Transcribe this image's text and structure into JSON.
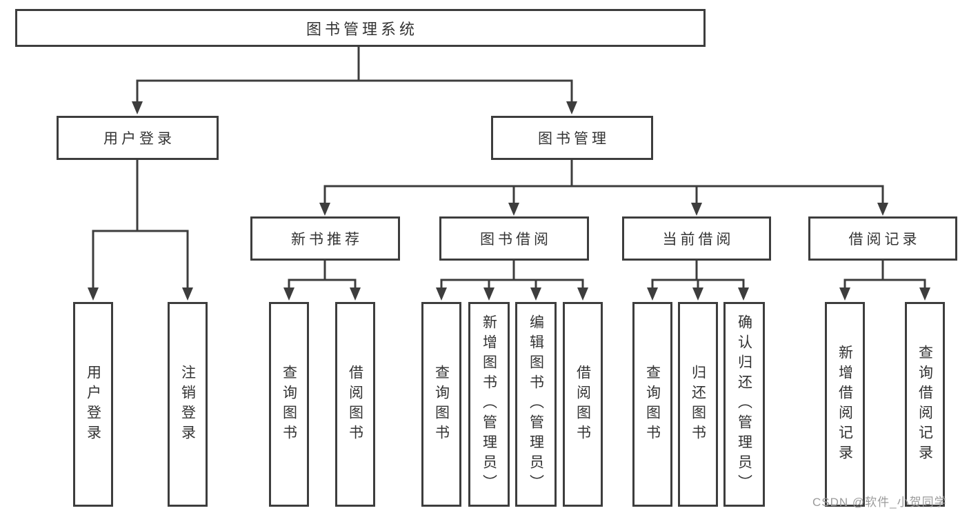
{
  "tree": {
    "root": {
      "label": "图书管理系统"
    },
    "branches": [
      {
        "label": "用户登录",
        "children": [
          {
            "label": "用户登录"
          },
          {
            "label": "注销登录"
          }
        ]
      },
      {
        "label": "图书管理",
        "children": [
          {
            "label": "新书推荐",
            "children": [
              {
                "label": "查询图书"
              },
              {
                "label": "借阅图书"
              }
            ]
          },
          {
            "label": "图书借阅",
            "children": [
              {
                "label": "查询图书"
              },
              {
                "label": "新增图书（管理员）"
              },
              {
                "label": "编辑图书（管理员）"
              },
              {
                "label": "借阅图书"
              }
            ]
          },
          {
            "label": "当前借阅",
            "children": [
              {
                "label": "查询图书"
              },
              {
                "label": "归还图书"
              },
              {
                "label": "确认归还（管理员）"
              }
            ]
          },
          {
            "label": "借阅记录",
            "children": [
              {
                "label": "新增借阅记录"
              },
              {
                "label": "查询借阅记录"
              }
            ]
          }
        ]
      }
    ]
  },
  "watermark": "CSDN @软件_小贺同学",
  "colors": {
    "line": "#3d3d3d",
    "box_border": "#3d3d3d",
    "box_fill": "#ffffff",
    "text": "#333333",
    "watermark": "#9b9b9b",
    "background": "#ffffff"
  }
}
